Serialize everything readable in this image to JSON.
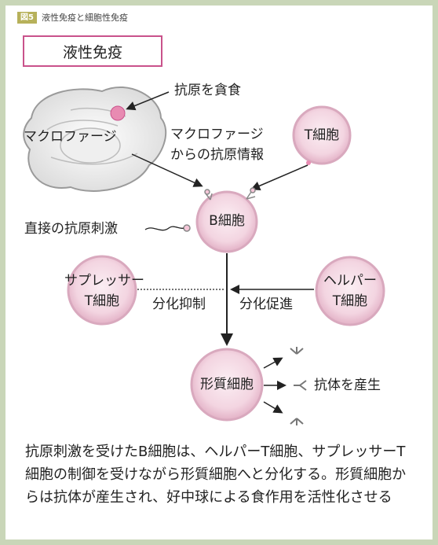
{
  "header": {
    "badge": "図5",
    "title": "液性免疫と細胞性免疫"
  },
  "title_box": "液性免疫",
  "labels": {
    "engulf": "抗原を貪食",
    "macrophage": "マクロファージ",
    "macro_info_1": "マクロファージ",
    "macro_info_2": "からの抗原情報",
    "t_cell": "T細胞",
    "b_cell": "B細胞",
    "direct_stim": "直接の抗原刺激",
    "suppressor_1": "サプレッサー",
    "suppressor_2": "T細胞",
    "diff_inhibit": "分化抑制",
    "diff_promote": "分化促進",
    "helper_1": "ヘルパー",
    "helper_2": "T細胞",
    "plasma": "形質細胞",
    "antibody": "抗体を産生"
  },
  "caption": "抗原刺激を受けたB細胞は、ヘルパーT細胞、サプレッサーT細胞の制御を受けながら形質細胞へと分化する。形質細胞からは抗体が産生され、好中球による食作用を活性化させる",
  "colors": {
    "title_border": "#c9528b",
    "cell_fill": "#f2d3df",
    "cell_ring": "#d9a9be",
    "background": "#c9d6b8",
    "badge": "#b7b15a"
  }
}
